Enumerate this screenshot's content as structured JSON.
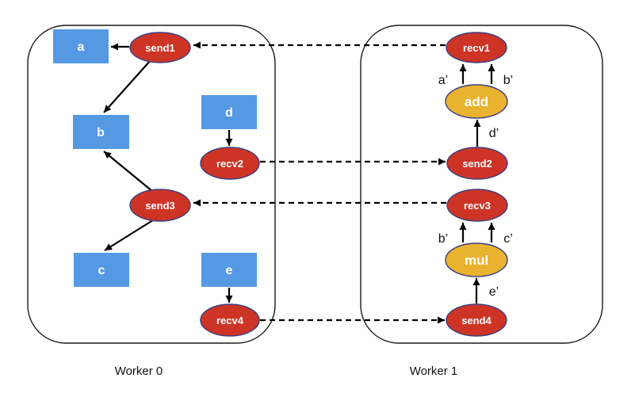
{
  "colors": {
    "tensor_blue": "#5599E3",
    "comm_red": "#CE3426",
    "op_yellow": "#E9B32F",
    "node_border": "#3A3F80",
    "line_black": "#000000"
  },
  "labels": {
    "worker0": "Worker 0",
    "worker1": "Worker 1",
    "a": "a",
    "b": "b",
    "c": "c",
    "d": "d",
    "e": "e",
    "send1": "send1",
    "recv2": "recv2",
    "send3": "send3",
    "recv4": "recv4",
    "recv1": "recv1",
    "add": "add",
    "send2": "send2",
    "recv3": "recv3",
    "mul": "mul",
    "send4": "send4",
    "a_prime": "a’",
    "b_prime_top": "b’",
    "d_prime": "d’",
    "b_prime_mid": "b’",
    "c_prime": "c’",
    "e_prime": "e’"
  },
  "structure": {
    "workers": [
      {
        "label": "Worker 0",
        "tensors": [
          "a",
          "b",
          "c",
          "d",
          "e"
        ],
        "ops": [
          "send1",
          "recv2",
          "send3",
          "recv4"
        ]
      },
      {
        "label": "Worker 1",
        "ops": [
          "recv1",
          "add",
          "send2",
          "recv3",
          "mul",
          "send4"
        ]
      }
    ],
    "solid_edges": [
      {
        "from": "send1",
        "to": "a"
      },
      {
        "from": "send1",
        "to": "b"
      },
      {
        "from": "send3",
        "to": "b"
      },
      {
        "from": "send3",
        "to": "c"
      },
      {
        "from": "d",
        "to": "recv2"
      },
      {
        "from": "e",
        "to": "recv4"
      },
      {
        "from": "add",
        "to": "recv1",
        "label": "a’"
      },
      {
        "from": "add",
        "to": "recv1",
        "label": "b’"
      },
      {
        "from": "send2",
        "to": "add",
        "label": "d’"
      },
      {
        "from": "mul",
        "to": "recv3",
        "label": "b’"
      },
      {
        "from": "mul",
        "to": "recv3",
        "label": "c’"
      },
      {
        "from": "send4",
        "to": "mul",
        "label": "e’"
      }
    ],
    "dashed_edges": [
      {
        "from": "recv1",
        "to": "send1"
      },
      {
        "from": "recv2",
        "to": "send2"
      },
      {
        "from": "recv3",
        "to": "send3"
      },
      {
        "from": "recv4",
        "to": "send4"
      }
    ]
  }
}
